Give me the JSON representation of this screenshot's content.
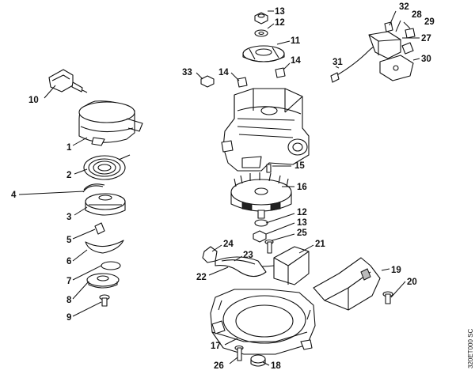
{
  "diagram_code": "320ET000 SC",
  "part_numbers": {
    "p1": "1",
    "p2": "2",
    "p3": "3",
    "p4": "4",
    "p5": "5",
    "p6": "6",
    "p7": "7",
    "p8": "8",
    "p9": "9",
    "p10": "10",
    "p11": "11",
    "p12a": "12",
    "p12b": "12",
    "p13a": "13",
    "p13b": "13",
    "p14a": "14",
    "p14b": "14",
    "p15": "15",
    "p16": "16",
    "p17": "17",
    "p18": "18",
    "p19": "19",
    "p20": "20",
    "p21": "21",
    "p22": "22",
    "p23": "23",
    "p24": "24",
    "p25": "25",
    "p26": "26",
    "p27": "27",
    "p28": "28",
    "p29": "29",
    "p30": "30",
    "p31": "31",
    "p32": "32",
    "p33": "33"
  }
}
